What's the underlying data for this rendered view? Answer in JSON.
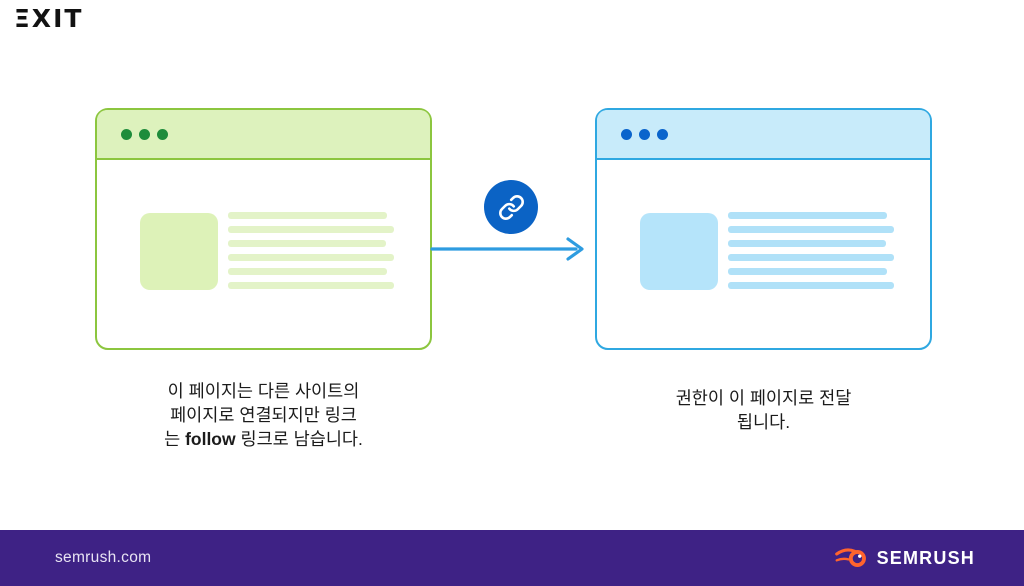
{
  "colors": {
    "green-border": "#8cc63f",
    "green-header": "#ddf2bd",
    "green-dot": "#1e8c3b",
    "green-block": "#ddf2b8",
    "green-line": "#e3f3c8",
    "blue-border": "#2fa8e1",
    "blue-header": "#c8ebfa",
    "blue-dot": "#0a64cc",
    "blue-block": "#b5e4fa",
    "blue-line": "#b0e1f8",
    "arrow": "#2e9ce0",
    "link-circle": "#0b63c5",
    "footer-bg": "#3e2285",
    "footer-text": "#e8e4f3",
    "brand-orange": "#ff642d"
  },
  "logo": {
    "text": "ΞXIT"
  },
  "icons": {
    "link": "link-icon",
    "arrow": "arrow-right-icon",
    "semrush": "semrush-flame-icon"
  },
  "left_caption": {
    "line1": "이 페이지는 다른 사이트의",
    "line2": "페이지로 연결되지만 링크",
    "line3_prefix": "는 ",
    "line3_bold": "follow",
    "line3_suffix": " 링크로 남습니다."
  },
  "right_caption": {
    "line1": "권한이 이 페이지로 전달",
    "line2": "됩니다."
  },
  "footer": {
    "site": "semrush.com",
    "brand": "SEMRUSH"
  }
}
